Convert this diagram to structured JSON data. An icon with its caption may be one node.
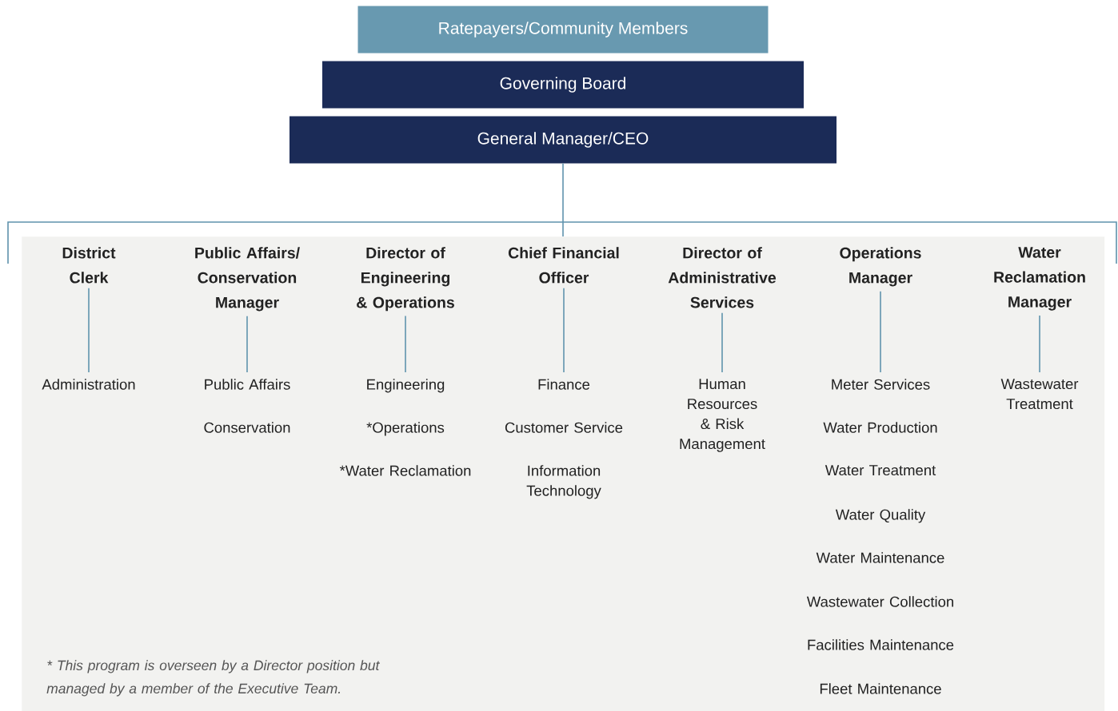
{
  "diagram": {
    "nodes": [
      {
        "text": [
          "Ratepayers/Community Members"
        ]
      },
      {
        "text": [
          "Governing Board"
        ]
      },
      {
        "text": [
          "General Manager/CEO"
        ]
      },
      {
        "text": [],
        "shape": "box"
      },
      {
        "text": [
          "District Clerk"
        ],
        "in": 3
      },
      {
        "text": [
          "Public Affairs/ Conservation Manager"
        ],
        "in": 3
      },
      {
        "text": [
          "Director of Engineering & Operations"
        ],
        "in": 3
      },
      {
        "text": [
          "Chief Financial Officer"
        ],
        "in": 3
      },
      {
        "text": [
          "Director of Administrative Services"
        ],
        "in": 3
      },
      {
        "text": [
          "Operations Manager"
        ],
        "in": 3
      },
      {
        "text": [
          "Water Reclamation Manager"
        ],
        "in": 3
      },
      {
        "text": [
          "Administration"
        ],
        "in": 3
      },
      {
        "text": [
          "Public Affairs"
        ],
        "in": 3
      },
      {
        "text": [
          "Conservation"
        ],
        "in": 3
      },
      {
        "text": [
          "Engineering"
        ],
        "in": 3
      },
      {
        "text": [
          "*Operations"
        ],
        "in": 3
      },
      {
        "text": [
          "*Water Reclamation"
        ],
        "in": 3
      },
      {
        "text": [
          "Finance"
        ],
        "in": 3
      },
      {
        "text": [
          "Customer Service"
        ],
        "in": 3
      },
      {
        "text": [
          "Information Technology"
        ],
        "in": 3
      },
      {
        "text": [
          "Human Resources & Risk Management"
        ],
        "in": 3
      },
      {
        "text": [
          "Meter Services"
        ],
        "in": 3
      },
      {
        "text": [
          "Water Production"
        ],
        "in": 3
      },
      {
        "text": [
          "Water Treatment"
        ],
        "in": 3
      },
      {
        "text": [
          "Water Quality"
        ],
        "in": 3
      },
      {
        "text": [
          "Water Maintenance"
        ],
        "in": 3
      },
      {
        "text": [
          "Wastewater Collection"
        ],
        "in": 3
      },
      {
        "text": [
          "Facilities Maintenance"
        ],
        "in": 3
      },
      {
        "text": [
          "Fleet Maintenance"
        ],
        "in": 3
      },
      {
        "text": [
          "Wastewater Treatment"
        ],
        "in": 3
      }
    ],
    "edges": [
      {
        "from": 2,
        "to": 3,
        "arrow": "none"
      },
      {
        "from": 4,
        "to": 11,
        "arrow": "none"
      },
      {
        "from": 5,
        "to": 12,
        "arrow": "none"
      },
      {
        "from": 6,
        "to": 14,
        "arrow": "none"
      },
      {
        "from": 7,
        "to": 17,
        "arrow": "none"
      },
      {
        "from": 8,
        "to": 20,
        "arrow": "none"
      },
      {
        "from": 9,
        "to": 21,
        "arrow": "none"
      },
      {
        "from": 10,
        "to": 29,
        "arrow": "none"
      }
    ],
    "labels": [
      "* This program is overseen by a Director position but managed by a member of the Executive Team."
    ]
  }
}
